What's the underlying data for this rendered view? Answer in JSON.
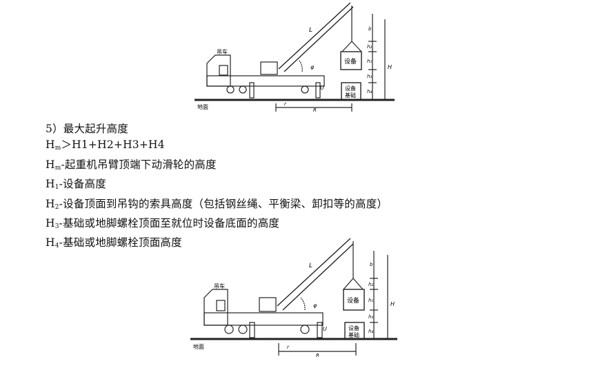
{
  "figure_labels": {
    "truck": "吊车",
    "ground": "地面",
    "equipment": "设备",
    "foundation_line1": "设备",
    "foundation_line2": "基础",
    "boom": "L",
    "angle": "φ",
    "b": "b",
    "h1": "h₁",
    "h2": "h₂",
    "h3": "h₃",
    "h4": "h₄",
    "H": "H",
    "U": "U",
    "r": "r",
    "R": "R"
  },
  "text": {
    "heading": "5）最大起升高度",
    "formula": {
      "prefix": "H",
      "sub": "m",
      "rest": "＞H1+H2+H3+H4"
    },
    "defs": [
      {
        "prefix": "H",
        "sub": "m",
        "rest": "-起重机吊臂顶端下动滑轮的高度"
      },
      {
        "prefix": "H",
        "sub": "1",
        "rest": "-设备高度"
      },
      {
        "prefix": "H",
        "sub": "2",
        "rest": "-设备顶面到吊钩的索具高度（包括钢丝绳、平衡梁、卸扣等的高度）"
      },
      {
        "prefix": "H",
        "sub": "3",
        "rest": "-基础或地脚螺栓顶面至就位时设备底面的高度"
      },
      {
        "prefix": "H",
        "sub": "4",
        "rest": "-基础或地脚螺栓顶面高度"
      }
    ]
  }
}
